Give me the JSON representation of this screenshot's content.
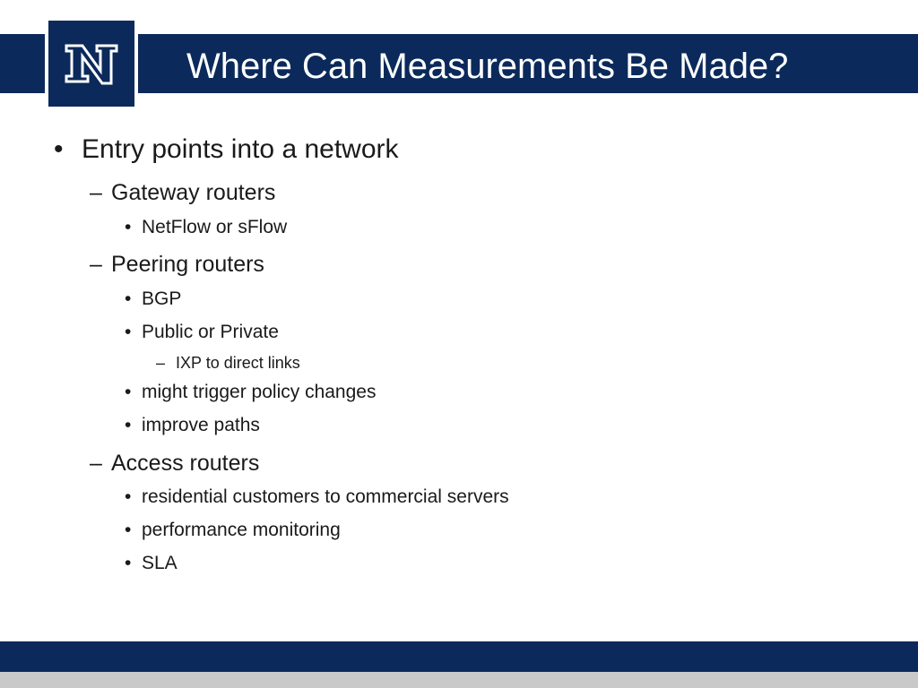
{
  "slide": {
    "title": "Where Can Measurements Be Made?",
    "logo_text": "N",
    "colors": {
      "brand": "#0b2a5b",
      "footer_gray": "#c9c9c9",
      "text": "#1a1a1a"
    }
  },
  "bullets": [
    {
      "level": 1,
      "marker": "•",
      "text": "Entry points into a network"
    },
    {
      "level": 2,
      "marker": "–",
      "text": "Gateway routers"
    },
    {
      "level": 3,
      "marker": "•",
      "text": "NetFlow or sFlow"
    },
    {
      "level": 2,
      "marker": "–",
      "text": "Peering routers"
    },
    {
      "level": 3,
      "marker": "•",
      "text": "BGP"
    },
    {
      "level": 3,
      "marker": "•",
      "text": "Public or Private"
    },
    {
      "level": 4,
      "marker": "–",
      "text": "IXP to direct links"
    },
    {
      "level": 3,
      "marker": "•",
      "text": "might trigger policy changes"
    },
    {
      "level": 3,
      "marker": "•",
      "text": "improve paths"
    },
    {
      "level": 2,
      "marker": "–",
      "text": "Access routers"
    },
    {
      "level": 3,
      "marker": "•",
      "text": "residential customers to commercial servers"
    },
    {
      "level": 3,
      "marker": "•",
      "text": "performance monitoring"
    },
    {
      "level": 3,
      "marker": "•",
      "text": "SLA"
    }
  ]
}
